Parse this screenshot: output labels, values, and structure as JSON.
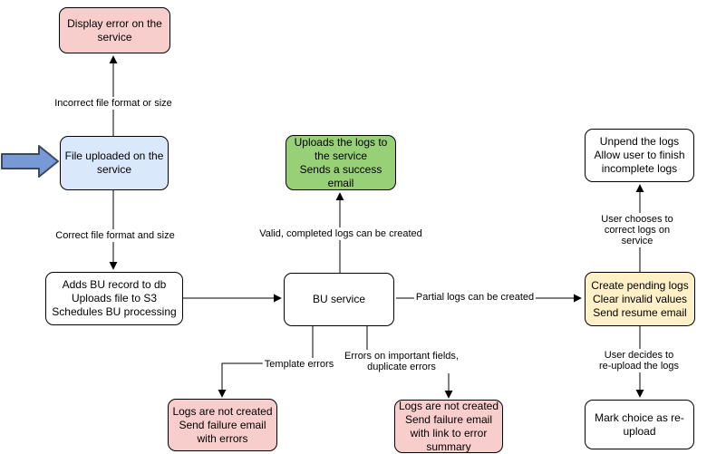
{
  "diagram": {
    "type": "flowchart",
    "nodes": [
      {
        "id": "display-error-on-service",
        "text": "Display error on the\nservice",
        "fill": "#F8CECC"
      },
      {
        "id": "file-uploaded-on-service",
        "text": "File uploaded on the\nservice",
        "fill": "#DAE8FC"
      },
      {
        "id": "adds-bu-record",
        "text": "Adds BU record to db\nUploads file to S3\nSchedules BU processing",
        "fill": "#FFFFFF"
      },
      {
        "id": "bu-service",
        "text": "BU service",
        "fill": "#FFFFFF"
      },
      {
        "id": "uploads-logs-success",
        "text": "Uploads the logs to\nthe service\nSends a success\nemail",
        "fill": "#97D077"
      },
      {
        "id": "logs-not-created-errors",
        "text": "Logs are not created\nSend failure email\nwith errors",
        "fill": "#F8CECC"
      },
      {
        "id": "logs-not-created-summary",
        "text": "Logs are not created\nSend failure email\nwith link to error\nsummary",
        "fill": "#F8CECC"
      },
      {
        "id": "create-pending-logs",
        "text": "Create pending logs\nClear invalid values\nSend resume email",
        "fill": "#FFF0C7"
      },
      {
        "id": "unpend-logs",
        "text": "Unpend the logs\nAllow user to finish\nincomplete logs",
        "fill": "#FFFFFF"
      },
      {
        "id": "mark-choice-reupload",
        "text": "Mark choice as re-\nupload",
        "fill": "#FFFFFF"
      }
    ],
    "edges": [
      {
        "from": "file-uploaded-on-service",
        "to": "display-error-on-service",
        "label": "Incorrect file format or size"
      },
      {
        "from": "file-uploaded-on-service",
        "to": "adds-bu-record",
        "label": "Correct file format and size"
      },
      {
        "from": "adds-bu-record",
        "to": "bu-service",
        "label": ""
      },
      {
        "from": "bu-service",
        "to": "uploads-logs-success",
        "label": "Valid, completed logs can be created"
      },
      {
        "from": "bu-service",
        "to": "create-pending-logs",
        "label": "Partial logs can be created"
      },
      {
        "from": "bu-service",
        "to": "logs-not-created-errors",
        "label": "Template errors"
      },
      {
        "from": "bu-service",
        "to": "logs-not-created-summary",
        "label": "Errors on important fields,\nduplicate errors"
      },
      {
        "from": "create-pending-logs",
        "to": "unpend-logs",
        "label": "User chooses to correct logs on service"
      },
      {
        "from": "create-pending-logs",
        "to": "mark-choice-reupload",
        "label": "User decides to re-upload the logs"
      }
    ],
    "entry_arrow": {
      "fill": "#7799D6",
      "stroke": "#3A4A5A"
    },
    "edge_color": "#000000"
  }
}
